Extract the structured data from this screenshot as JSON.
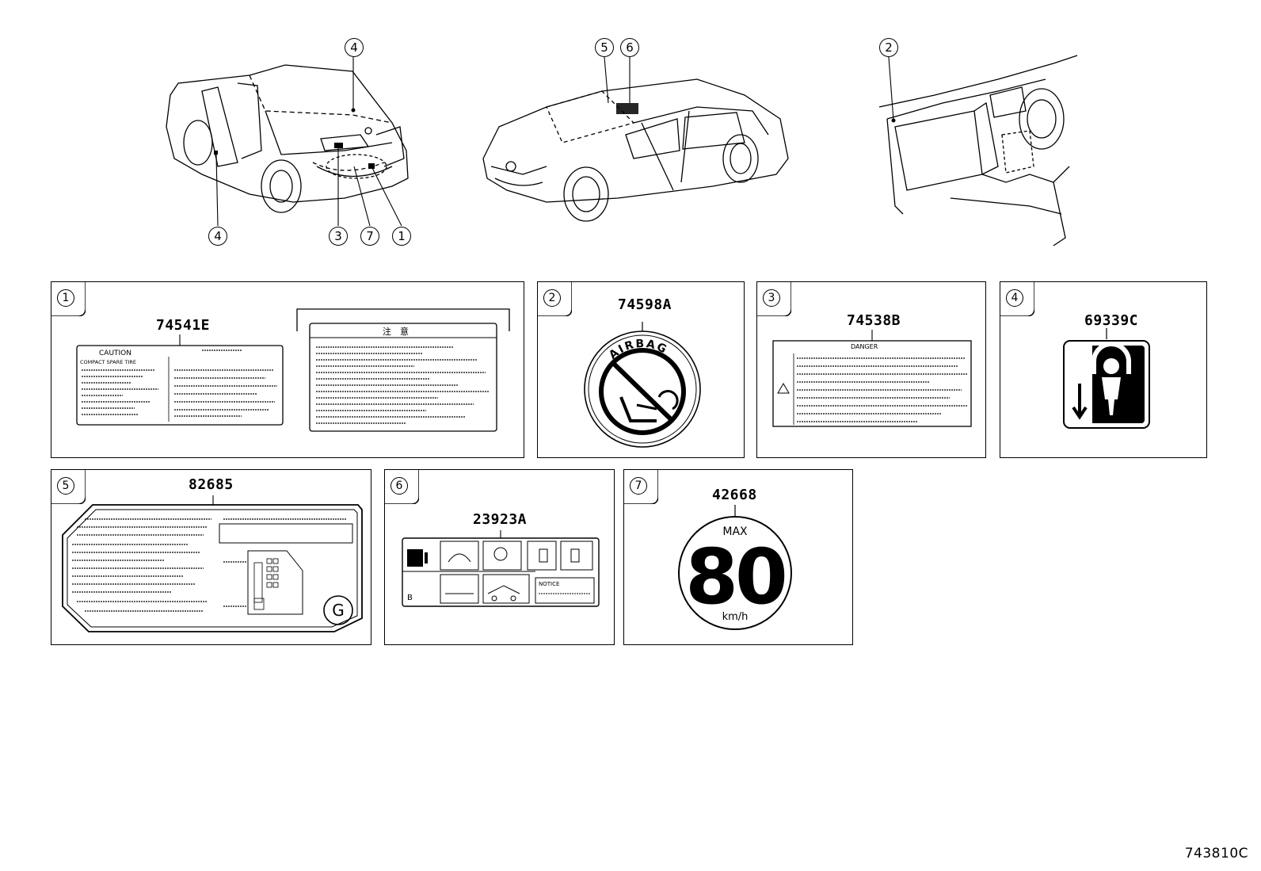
{
  "callouts_top": {
    "left_car": [
      "4",
      "4",
      "3",
      "7",
      "1"
    ],
    "middle_car": [
      "5",
      "6"
    ],
    "dashboard": [
      "2"
    ]
  },
  "panels": [
    {
      "index": "1",
      "part": "74541E",
      "label_caution": "CAUTION",
      "label_line": "COMPACT SPARE TIRE",
      "label_jp": "注　意"
    },
    {
      "index": "2",
      "part": "74598A",
      "ring_text": "AIRBAG"
    },
    {
      "index": "3",
      "part": "74538B",
      "label_caution": "DANGER"
    },
    {
      "index": "4",
      "part": "69339C"
    },
    {
      "index": "5",
      "part": "82685",
      "badge": "G"
    },
    {
      "index": "6",
      "part": "23923A",
      "letter": "B",
      "notice": "NOTICE"
    },
    {
      "index": "7",
      "part": "42668",
      "max": "MAX",
      "speed": "80",
      "unit": "km/h"
    }
  ],
  "diagram_code": "743810C",
  "colors": {
    "line": "#000000",
    "background": "#ffffff"
  }
}
